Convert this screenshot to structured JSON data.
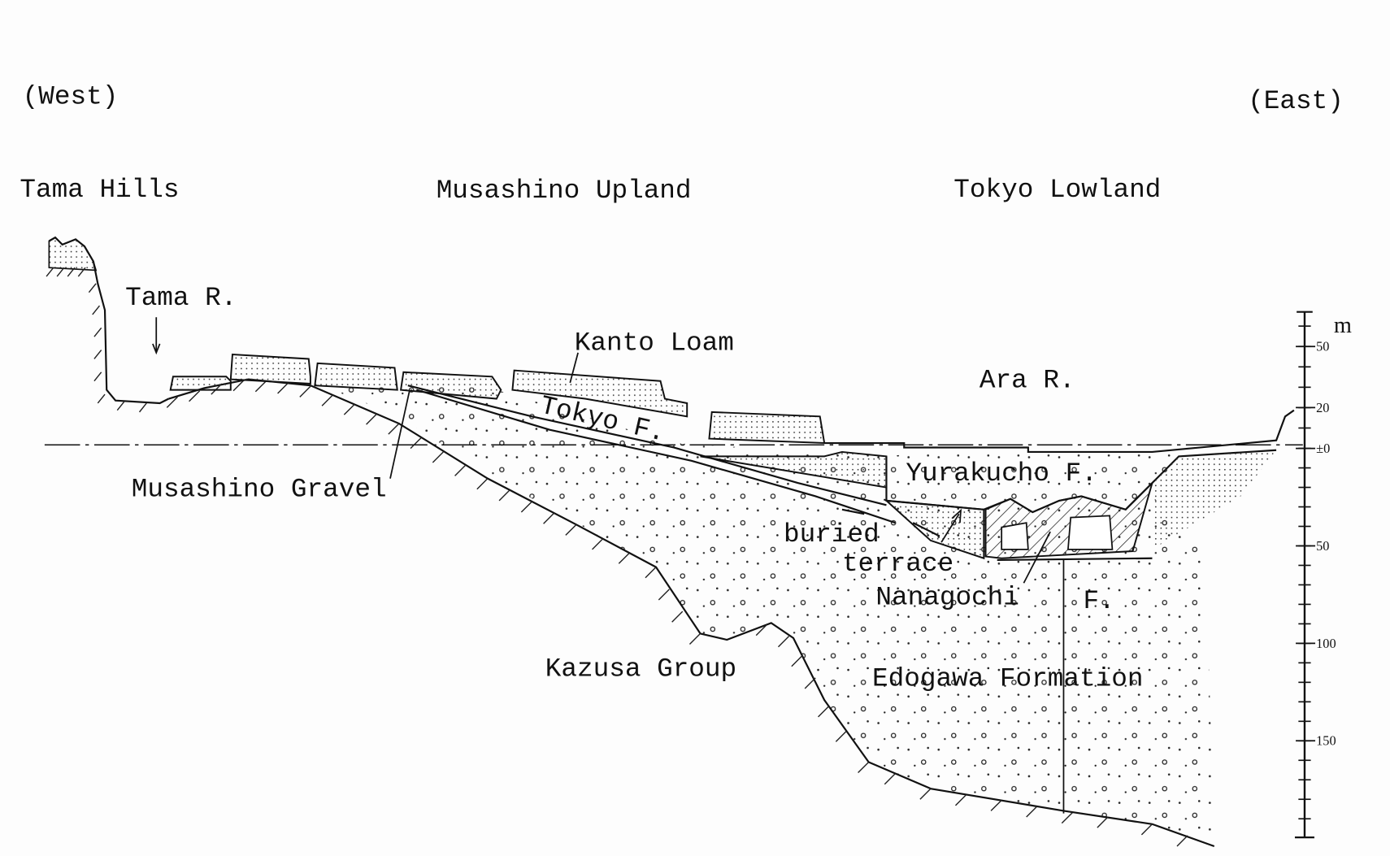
{
  "direction": {
    "west": "(West)",
    "east": "(East)"
  },
  "regions": {
    "tama_hills": "Tama Hills",
    "musashino_upland": "Musashino Upland",
    "tokyo_lowland": "Tokyo Lowland"
  },
  "labels": {
    "tama_river": "Tama R.",
    "kanto_loam": "Kanto Loam",
    "ara_river": "Ara R.",
    "tokyo_formation": "Tokyo F.",
    "yurakucho_formation": "Yurakucho F.",
    "musashino_gravel": "Musashino Gravel",
    "buried": "buried",
    "terrace": "terrace",
    "nanagochi": "Nanagochi",
    "nanagochi_f": "F.",
    "kazusa_group": "Kazusa Group",
    "edogawa_formation": "Edogawa Formation"
  },
  "scale": {
    "unit": "m",
    "ticks": [
      {
        "label": "50",
        "value": 50
      },
      {
        "label": "20",
        "value": 20
      },
      {
        "label": "±0",
        "value": 0
      },
      {
        "label": "50",
        "value": -50
      },
      {
        "label": "100",
        "value": -100
      },
      {
        "label": "150",
        "value": -150
      }
    ],
    "range": [
      70,
      -200
    ],
    "minor_step": 10
  }
}
